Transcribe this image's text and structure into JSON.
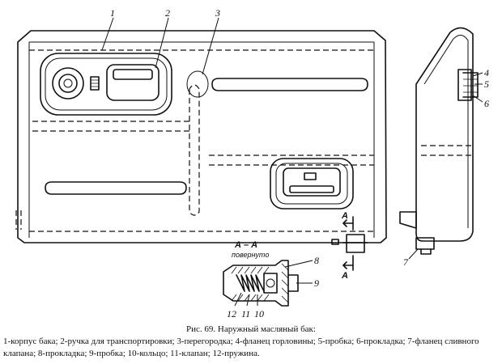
{
  "labels": {
    "n1": "1",
    "n2": "2",
    "n3": "3",
    "n4": "4",
    "n5": "5",
    "n6": "6",
    "n7": "7",
    "n8": "8",
    "n9": "9",
    "n10": "10",
    "n11": "11",
    "n12": "12"
  },
  "section": {
    "title": "А – А",
    "subtitle": "повернуто",
    "marker_top": "А",
    "marker_bottom": "А"
  },
  "caption": {
    "title": "Рис. 69. Наружный масляный бак:",
    "legend": "1-корпус бака; 2-ручка для транспортировки; 3-перегородка; 4-фланец горловины; 5-пробка; 6-прокладка; 7-фланец сливного клапана; 8-прокладка; 9-пробка; 10-кольцо; 11-клапан; 12-пружина."
  }
}
